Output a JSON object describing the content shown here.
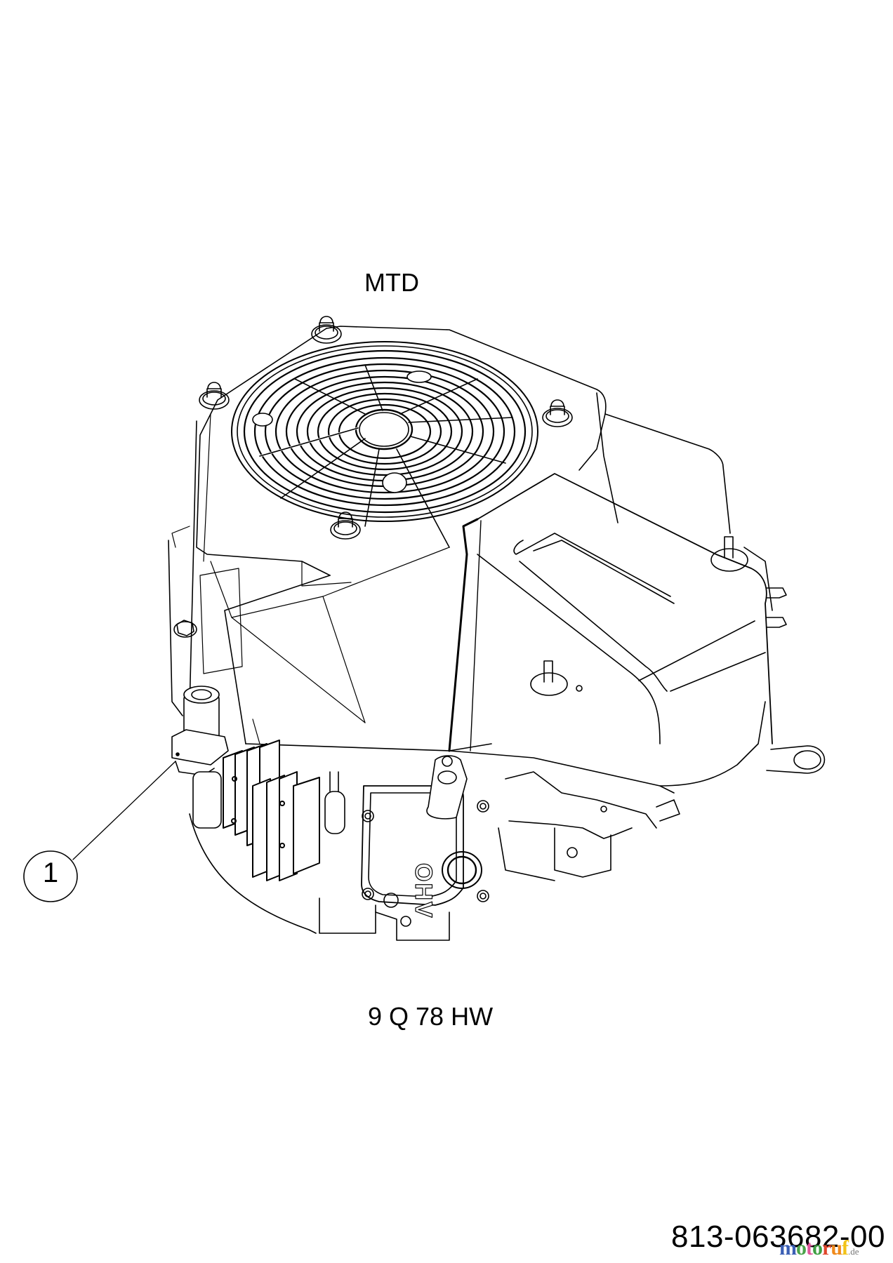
{
  "diagram": {
    "brand": "MTD",
    "model": "9 Q 78 HW",
    "part_number": "813-063682-00",
    "subject": "engine-assembly",
    "engine_marking": "OHV",
    "callouts": [
      {
        "number": "1",
        "target": "starter-motor"
      }
    ]
  },
  "watermark": {
    "letters": [
      {
        "char": "m",
        "color": "#3b5fb5"
      },
      {
        "char": "o",
        "color": "#4aa34a"
      },
      {
        "char": "t",
        "color": "#e0569a"
      },
      {
        "char": "o",
        "color": "#3f9f44"
      },
      {
        "char": "r",
        "color": "#e0452b"
      },
      {
        "char": "u",
        "color": "#f08a1c"
      },
      {
        "char": "f",
        "color": "#f2c318"
      }
    ],
    "suffix": ".de",
    "suffix_color": "#777777"
  },
  "colors": {
    "line": "#000000",
    "background": "#ffffff"
  }
}
